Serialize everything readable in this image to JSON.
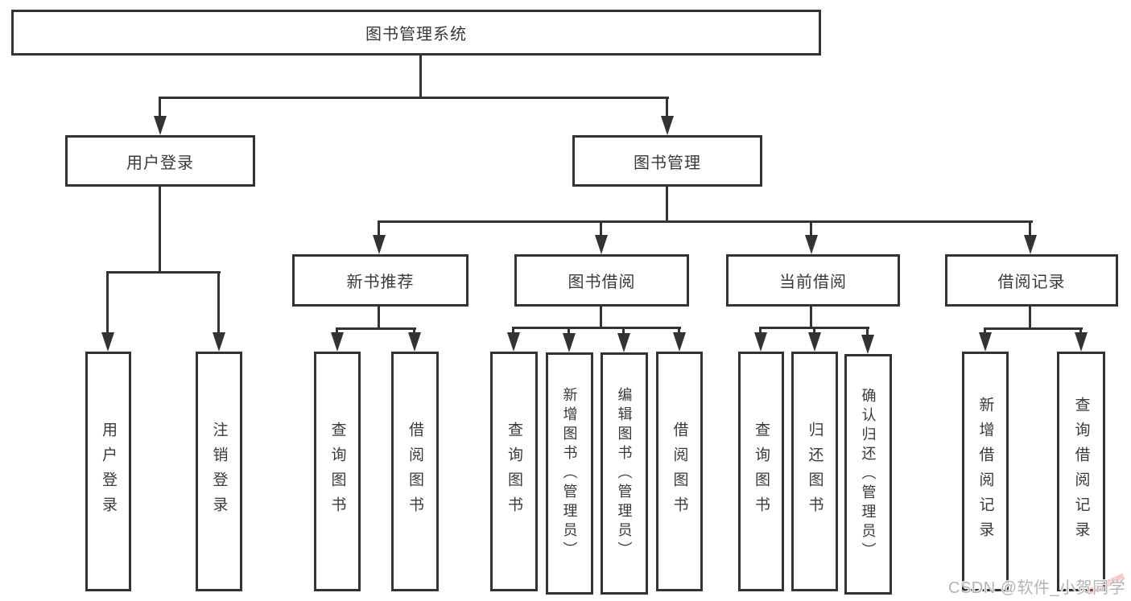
{
  "page": {
    "background": "#ffffff"
  },
  "diagram": {
    "colors": {
      "line": "#333333",
      "text": "#3a3a3a",
      "box_background": "#ffffff"
    },
    "root": {
      "label": "图书管理系统",
      "children": [
        {
          "label": "用户登录",
          "children": [
            {
              "label": "用户登录"
            },
            {
              "label": "注销登录"
            }
          ]
        },
        {
          "label": "图书管理",
          "children": [
            {
              "label": "新书推荐",
              "children": [
                {
                  "label": "查询图书"
                },
                {
                  "label": "借阅图书"
                }
              ]
            },
            {
              "label": "图书借阅",
              "children": [
                {
                  "label": "查询图书"
                },
                {
                  "label": "新增图书（管理员）"
                },
                {
                  "label": "编辑图书（管理员）"
                },
                {
                  "label": "借阅图书"
                }
              ]
            },
            {
              "label": "当前借阅",
              "children": [
                {
                  "label": "查询图书"
                },
                {
                  "label": "归还图书"
                },
                {
                  "label": "确认归还（管理员）"
                }
              ]
            },
            {
              "label": "借阅记录",
              "children": [
                {
                  "label": "新增借阅记录"
                },
                {
                  "label": "查询借阅记录"
                }
              ]
            }
          ]
        }
      ]
    }
  },
  "watermark": {
    "text": "CSDN @软件_小贺同学",
    "color": "#b5b3b3"
  }
}
